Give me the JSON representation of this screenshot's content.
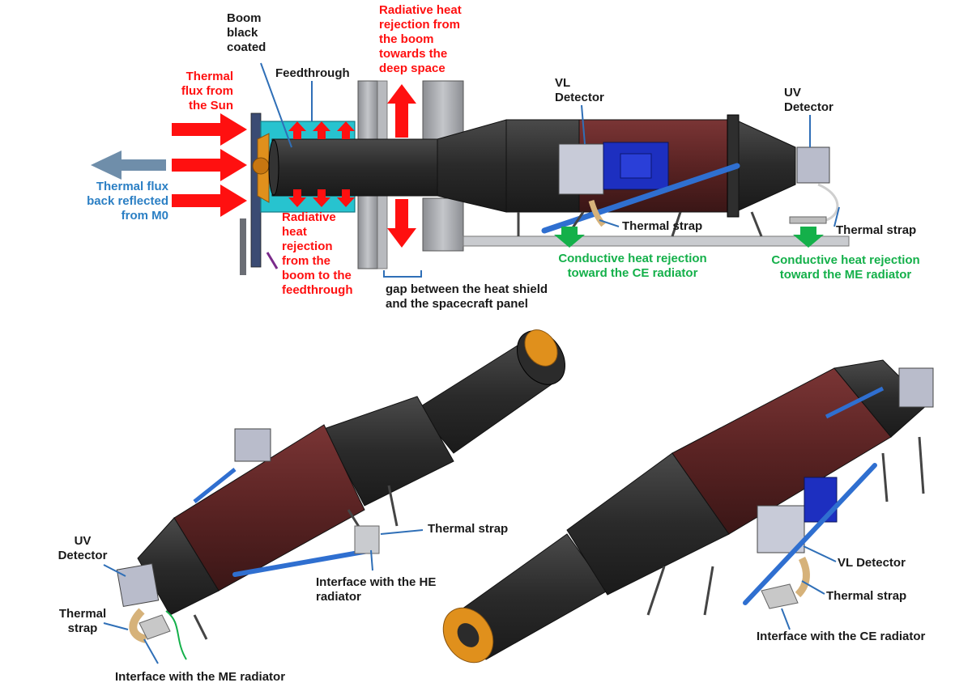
{
  "colors": {
    "red_arrow": "#ff1010",
    "green_arrow": "#14b04a",
    "blue_leader": "#2f6fb7",
    "grey_arrow": "#6f8eaa",
    "boom_body": "#2c2c2c",
    "boom_cover": "#5a2323",
    "orange_flange": "#e0901c",
    "cyan_feedthrough": "#27c3cf",
    "heat_pipe": "#2f6fd0",
    "bracket_grey": "#a9acb3"
  },
  "top": {
    "boom_black_coated": "Boom\nblack\ncoated",
    "thermal_flux_sun": "Thermal\nflux from\nthe Sun",
    "feedthrough": "Feedthrough",
    "radiative_deep_space": "Radiative heat\nrejection from\nthe boom\ntowards the\ndeep space",
    "vl_detector": "VL\nDetector",
    "uv_detector": "UV\nDetector",
    "thermal_flux_back": "Thermal flux\nback reflected\nfrom M0",
    "radiative_feedthrough": "Radiative\nheat\nrejection\nfrom the\nboom to the\nfeedthrough",
    "thermal_strap_1": "Thermal strap",
    "thermal_strap_2": "Thermal strap",
    "conductive_ce": "Conductive heat rejection\ntoward the CE radiator",
    "conductive_me": "Conductive heat rejection\ntoward the ME radiator",
    "gap": "gap between the heat shield\nand the spacecraft panel"
  },
  "bottom_left": {
    "uv_detector": "UV\nDetector",
    "thermal_strap_left": "Thermal\nstrap",
    "thermal_strap_right": "Thermal strap",
    "interface_he": "Interface with the HE\nradiator",
    "interface_me": "Interface with the ME radiator"
  },
  "bottom_right": {
    "vl_detector": "VL Detector",
    "thermal_strap": "Thermal strap",
    "interface_ce": "Interface with the CE radiator"
  },
  "icons": [
    "heat-flux-arrow",
    "radiation-arrow",
    "conduction-arrow",
    "reflected-flux-arrow",
    "leader-line"
  ]
}
